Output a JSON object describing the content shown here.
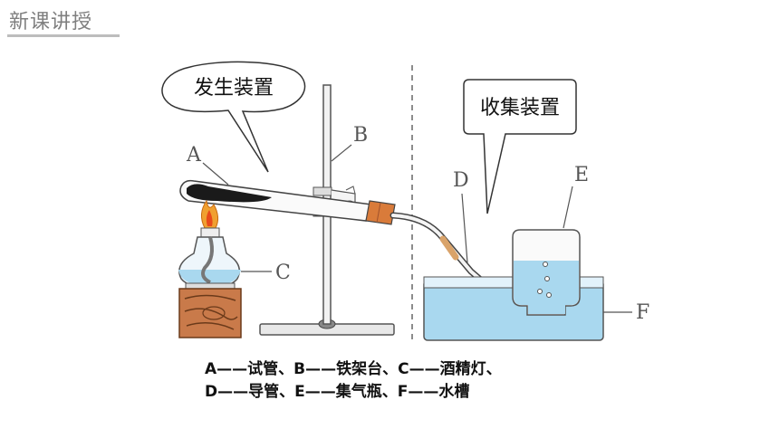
{
  "header": {
    "title": "新课讲授"
  },
  "bubbles": {
    "generator": "发生装置",
    "collector": "收集装置"
  },
  "labels": {
    "A": "A",
    "B": "B",
    "C": "C",
    "D": "D",
    "E": "E",
    "F": "F"
  },
  "caption": {
    "line1": "A——试管、B——铁架台、C——酒精灯、",
    "line2": "D——导管、E——集气瓶、F——水槽"
  },
  "colors": {
    "water": "#a9d8ef",
    "wood": "#c97a4a",
    "flame": "#f0a030",
    "cork": "#d97b3a"
  }
}
